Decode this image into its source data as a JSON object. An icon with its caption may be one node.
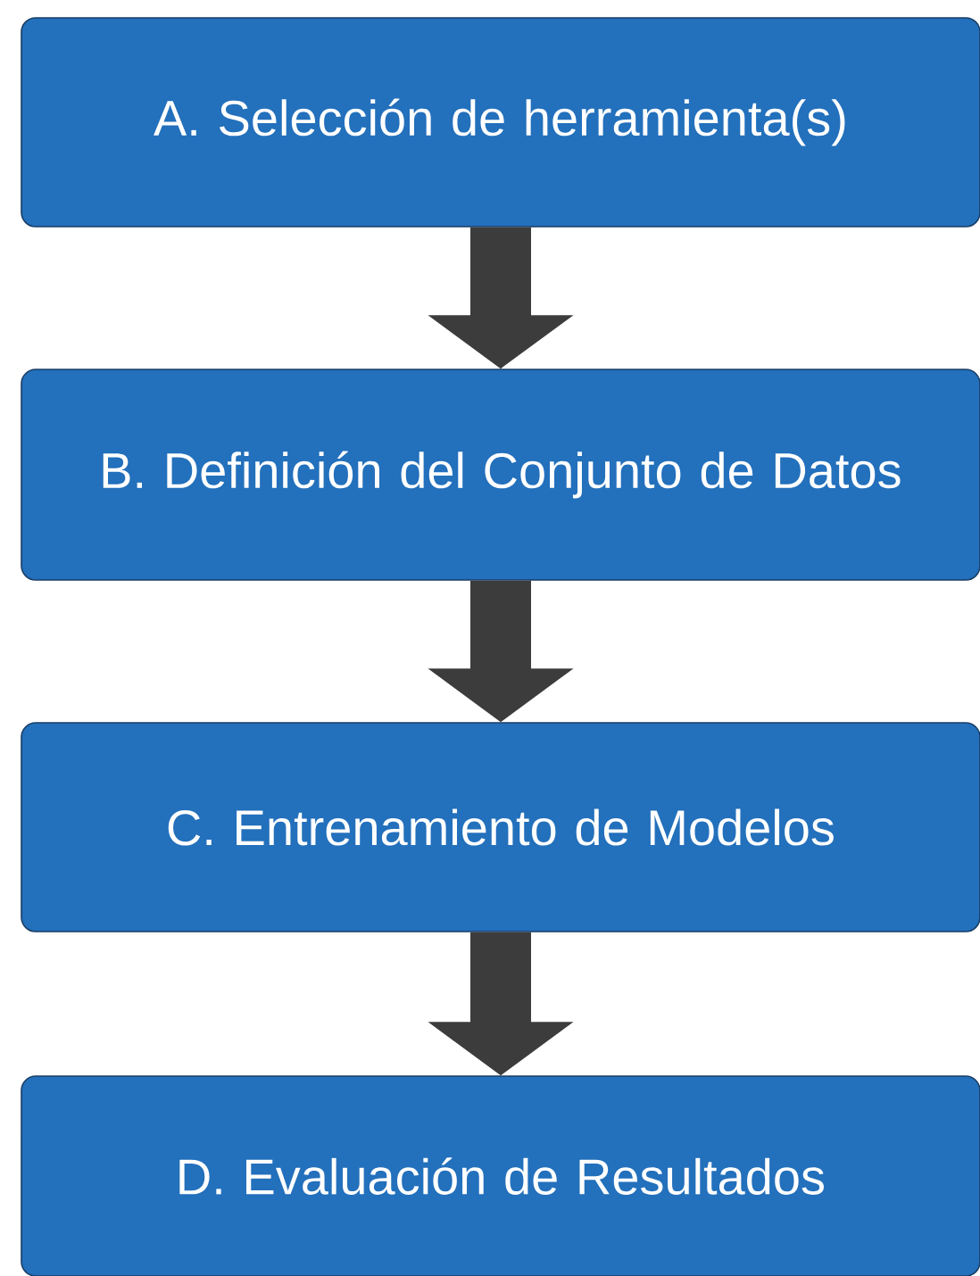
{
  "diagram": {
    "nodes": [
      {
        "text": [
          "A. Selección de herramienta(s)"
        ]
      },
      {
        "text": [
          "B. Definición del Conjunto de Datos"
        ]
      },
      {
        "text": [
          "C. Entrenamiento de Modelos"
        ]
      },
      {
        "text": [
          "D. Evaluación de Resultados"
        ]
      }
    ],
    "edges": [
      {
        "from": 0,
        "to": 1,
        "arrow": "to"
      },
      {
        "from": 1,
        "to": 2,
        "arrow": "to"
      },
      {
        "from": 2,
        "to": 3,
        "arrow": "to"
      }
    ]
  }
}
